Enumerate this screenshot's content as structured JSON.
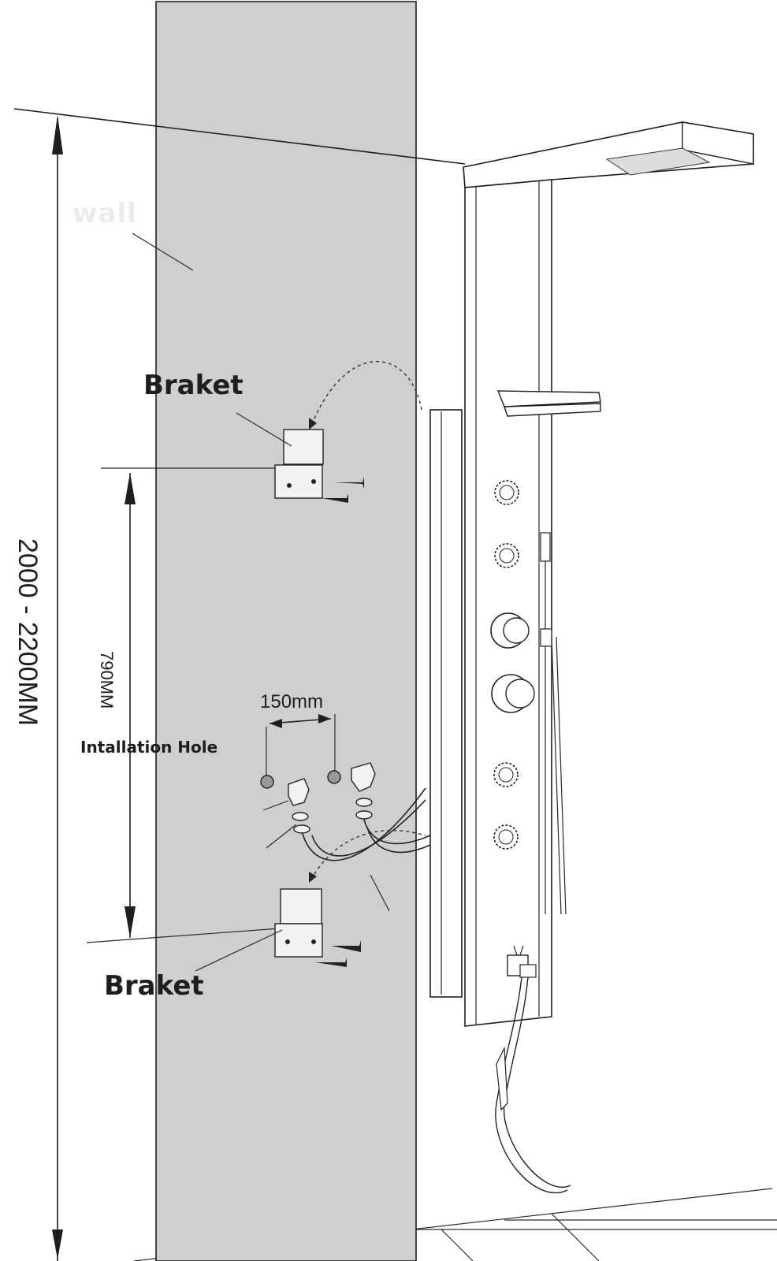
{
  "labels": {
    "wall": "wall",
    "bracket_top": "Braket",
    "bracket_bottom": "Braket",
    "installation_hole": "Intallation Hole",
    "spacing_holes": "150mm",
    "spacing_brackets": "790MM",
    "total_height": "2000 - 2200MM"
  },
  "colors": {
    "wall_fill": "#cfcfcf",
    "wall_label": "#ebebeb",
    "line": "#1e1e1e",
    "panel_fill": "#ffffff"
  }
}
